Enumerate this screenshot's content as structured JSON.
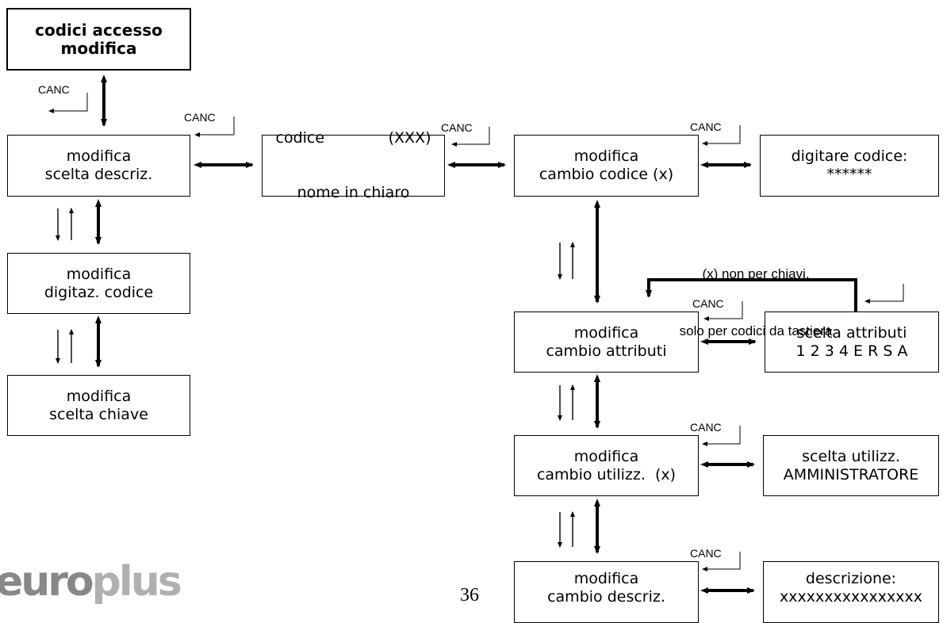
{
  "boxes": {
    "access": [
      "codici accesso",
      "modifica"
    ],
    "descr": [
      "modifica",
      "scelta descriz."
    ],
    "digit": [
      "modifica",
      "digitaz. codice"
    ],
    "key": [
      "modifica",
      "scelta chiave"
    ],
    "code_left": "codice",
    "code_right": "(XXX)",
    "code_line2": "nome in chiaro",
    "change_code": [
      "modifica",
      "cambio codice (x)"
    ],
    "enter_code": [
      "digitare codice:",
      "******"
    ],
    "change_attr": [
      "modifica",
      "cambio attributi"
    ],
    "choose_attr": [
      "scelta attributi",
      "1 2 3 4 E R S A"
    ],
    "change_user": [
      "modifica",
      "cambio utilizz.  (x)"
    ],
    "choose_user": [
      "scelta utilizz.",
      "AMMINISTRATORE"
    ],
    "change_desc": [
      "modifica",
      "cambio descriz."
    ],
    "description": [
      "descrizione:",
      "xxxxxxxxxxxxxxxx"
    ]
  },
  "canc_label": "CANC",
  "note": [
    "(x) non per chiavi,",
    "solo per codici da tastiera"
  ],
  "page_number": "36",
  "logo": {
    "part1": "euro",
    "part2": "plus"
  }
}
